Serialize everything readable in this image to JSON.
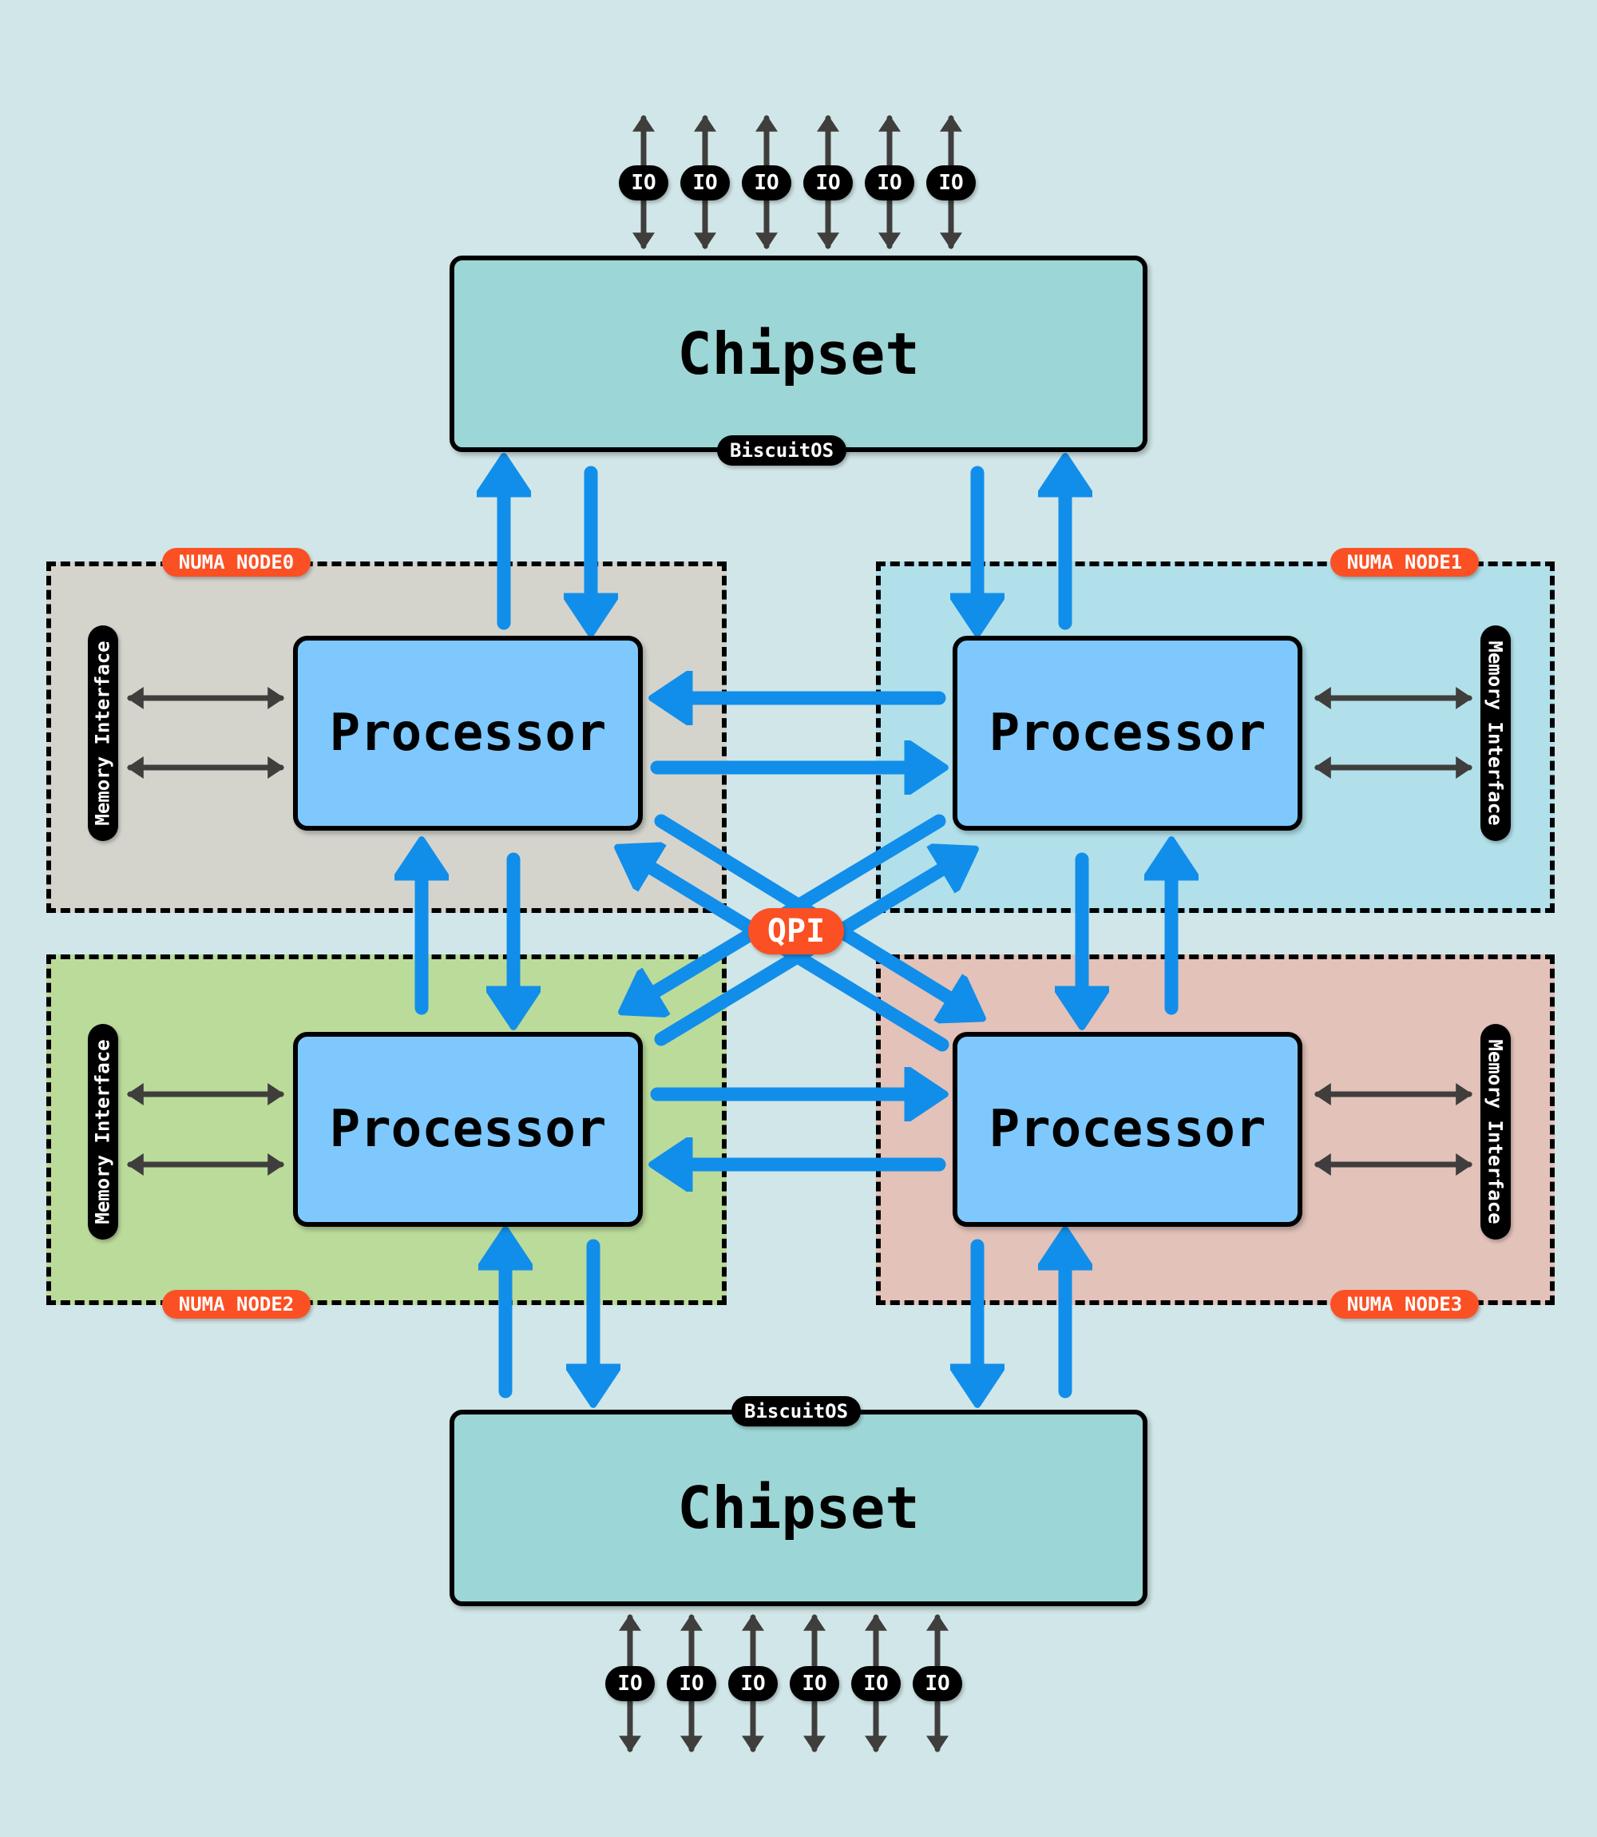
{
  "colors": {
    "background": "#d1e6e8",
    "chipset_fill": "#9dd6d6",
    "processor_fill": "#7ec8fd",
    "qpi_arrow": "#118eea",
    "io_arrow": "#3f3e3c",
    "label_badge": "#fb5024",
    "node0_fill": "#d4d4cd",
    "node1_fill": "#b1e0ea",
    "node2_fill": "#bbdb9b",
    "node3_fill": "#e2c2b9"
  },
  "top_chipset": {
    "label": "Chipset",
    "badge": "BiscuitOS",
    "io_labels": [
      "IO",
      "IO",
      "IO",
      "IO",
      "IO",
      "IO"
    ]
  },
  "bottom_chipset": {
    "label": "Chipset",
    "badge": "BiscuitOS",
    "io_labels": [
      "IO",
      "IO",
      "IO",
      "IO",
      "IO",
      "IO"
    ]
  },
  "nodes": [
    {
      "label": "NUMA NODE0",
      "processor": "Processor",
      "memory": "Memory Interface"
    },
    {
      "label": "NUMA NODE1",
      "processor": "Processor",
      "memory": "Memory Interface"
    },
    {
      "label": "NUMA NODE2",
      "processor": "Processor",
      "memory": "Memory Interface"
    },
    {
      "label": "NUMA NODE3",
      "processor": "Processor",
      "memory": "Memory Interface"
    }
  ],
  "interconnect": {
    "label": "QPI"
  }
}
